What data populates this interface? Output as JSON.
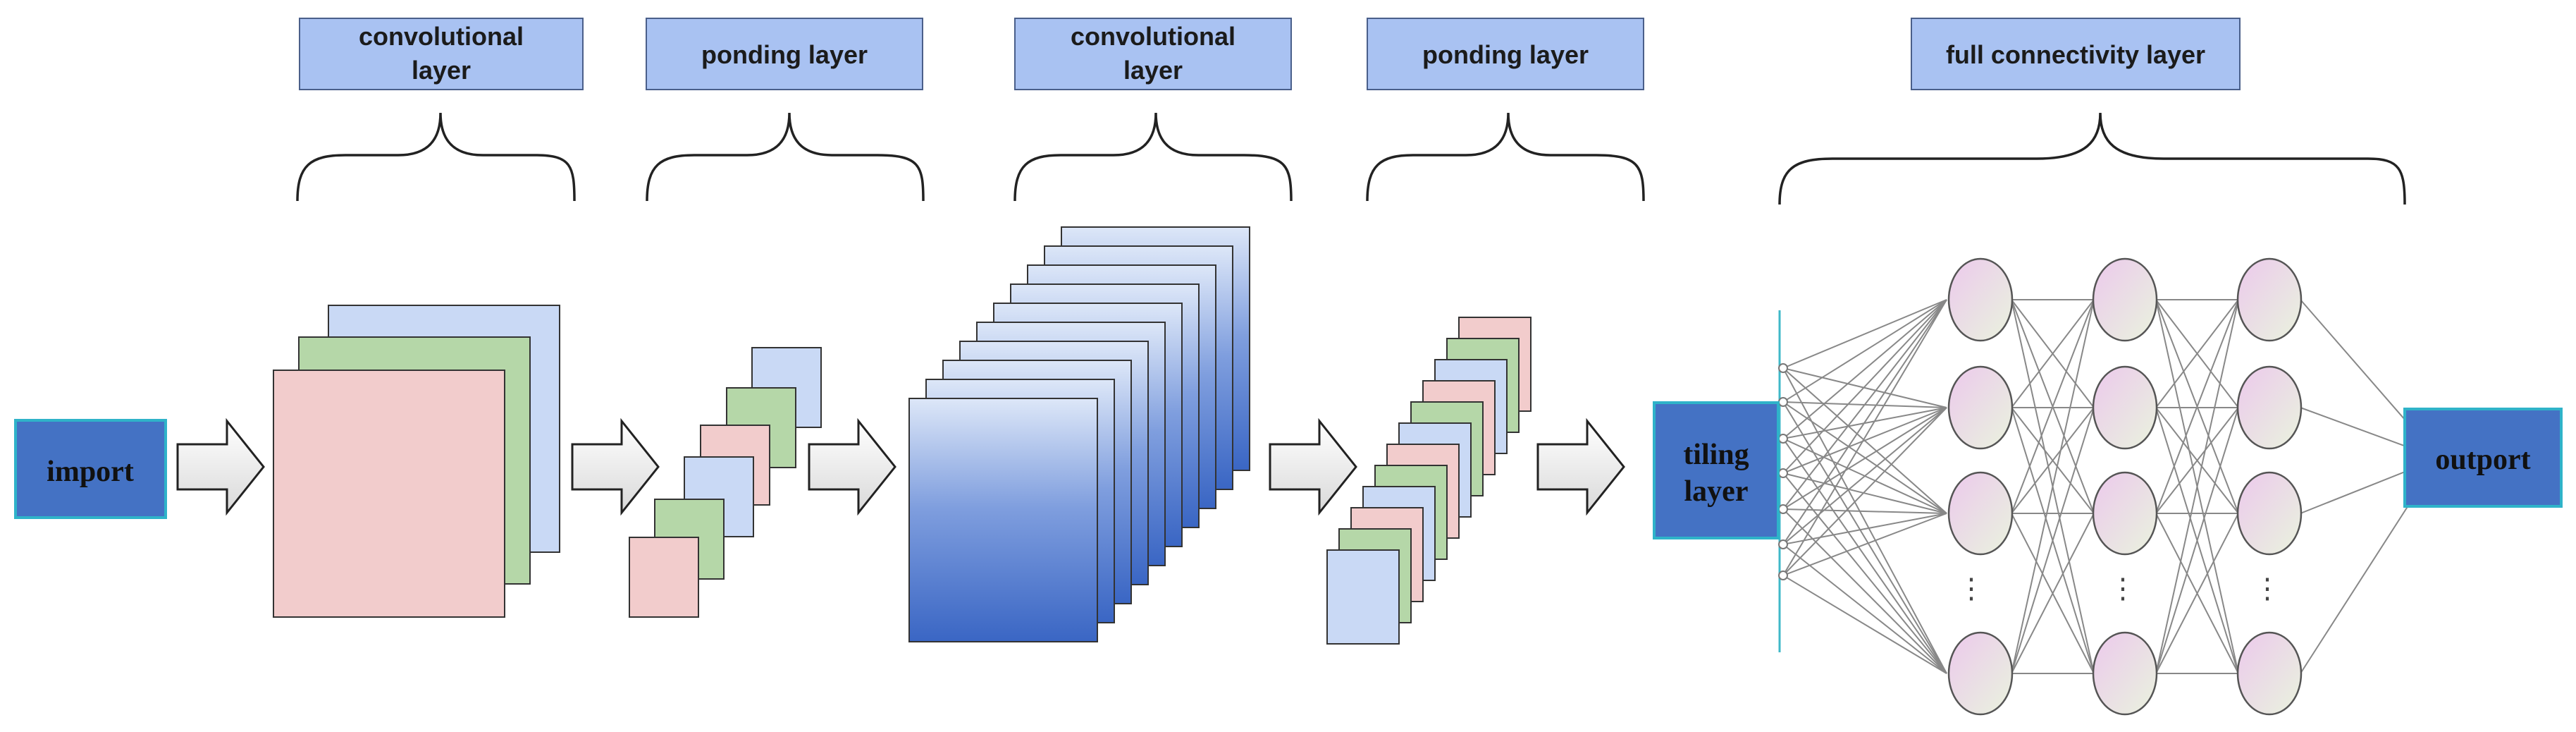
{
  "labels": {
    "conv1": [
      "convolutional",
      "layer"
    ],
    "pool1": "ponding layer",
    "conv2": [
      "convolutional",
      "layer"
    ],
    "pool2": "ponding layer",
    "fc": "full connectivity layer"
  },
  "boxes": {
    "input": "import",
    "flatten": [
      "tiling",
      "layer"
    ],
    "output": "outport"
  },
  "ellipsis": "⋮",
  "colors": {
    "label_fill": "#a9c2f2",
    "box_fill": "#4472c4",
    "box_border": "#2fb3c9",
    "pink": "#f2cccc",
    "green": "#b5d7a8",
    "light_blue": "#c9d9f5",
    "deep_blue": "#3a66c4",
    "neuron_top": "#ecc9ec",
    "neuron_bottom": "#e9f3de"
  }
}
